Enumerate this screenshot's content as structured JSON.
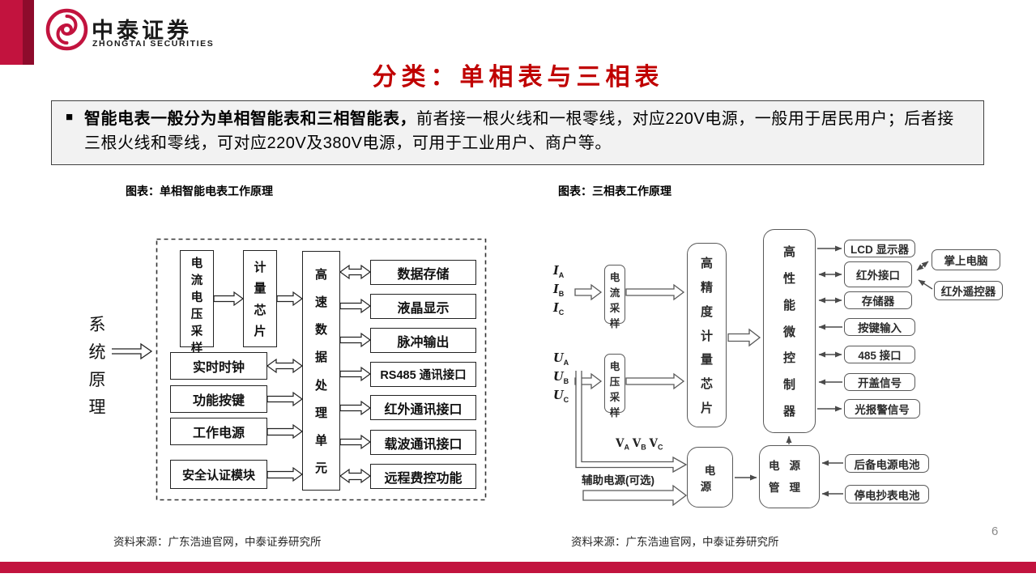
{
  "colors": {
    "accent_red": "#c2133e",
    "dark_red": "#8e0b2c",
    "title_red": "#c00000",
    "box_bg": "#f2f2f2"
  },
  "brand": {
    "name_cn": "中泰证券",
    "name_en": "ZHONGTAI SECURITIES"
  },
  "page": {
    "title": "分类：单相表与三相表",
    "page_number": "6"
  },
  "summary": {
    "bullet": "■",
    "bold": "智能电表一般分为单相智能表和三相智能表，",
    "rest": "前者接一根火线和一根零线，对应220V电源，一般用于居民用户；后者接三根火线和零线，可对应220V及380V电源，可用于工业用户、商户等。"
  },
  "left_figure": {
    "caption": "图表：单相智能电表工作原理",
    "source": "资料来源：广东浩迪官网，中泰证券研究所",
    "side_label": "系统原理",
    "nodes": {
      "current_voltage_sampling": "电流电压采样",
      "metering_chip": "计量芯片",
      "high_speed_dpu": "高速数据处理单元",
      "rtc": "实时时钟",
      "function_keys": "功能按键",
      "working_power": "工作电源",
      "security_module": "安全认证模块",
      "data_storage": "数据存储",
      "lcd_display": "液晶显示",
      "pulse_output": "脉冲输出",
      "rs485_port": "RS485 通讯接口",
      "infrared_port": "红外通讯接口",
      "carrier_port": "载波通讯接口",
      "remote_fee_control": "远程费控功能"
    }
  },
  "right_figure": {
    "caption": "图表：三相表工作原理",
    "source": "资料来源：广东浩迪官网，中泰证券研究所",
    "currents": [
      "IA",
      "IB",
      "IC"
    ],
    "voltages": [
      "UA",
      "UB",
      "UC"
    ],
    "v_abc": "VA VB VC",
    "aux_power": "辅助电源(可选)",
    "nodes": {
      "current_sampling": "电流采样",
      "voltage_sampling": "电压采样",
      "precision_chip": "高精度计量芯片",
      "mcu": "高性能微控制器",
      "lcd": "LCD 显示器",
      "ir_port": "红外接口",
      "palmtop": "掌上电脑",
      "ir_remote": "红外遥控器",
      "memory": "存储器",
      "key_input": "按键输入",
      "port485": "485 接口",
      "cover_signal": "开盖信号",
      "light_alarm": "光报警信号",
      "power": "电源",
      "power_mgmt": "电源管理",
      "backup_battery": "后备电源电池",
      "meter_battery": "停电抄表电池"
    }
  }
}
